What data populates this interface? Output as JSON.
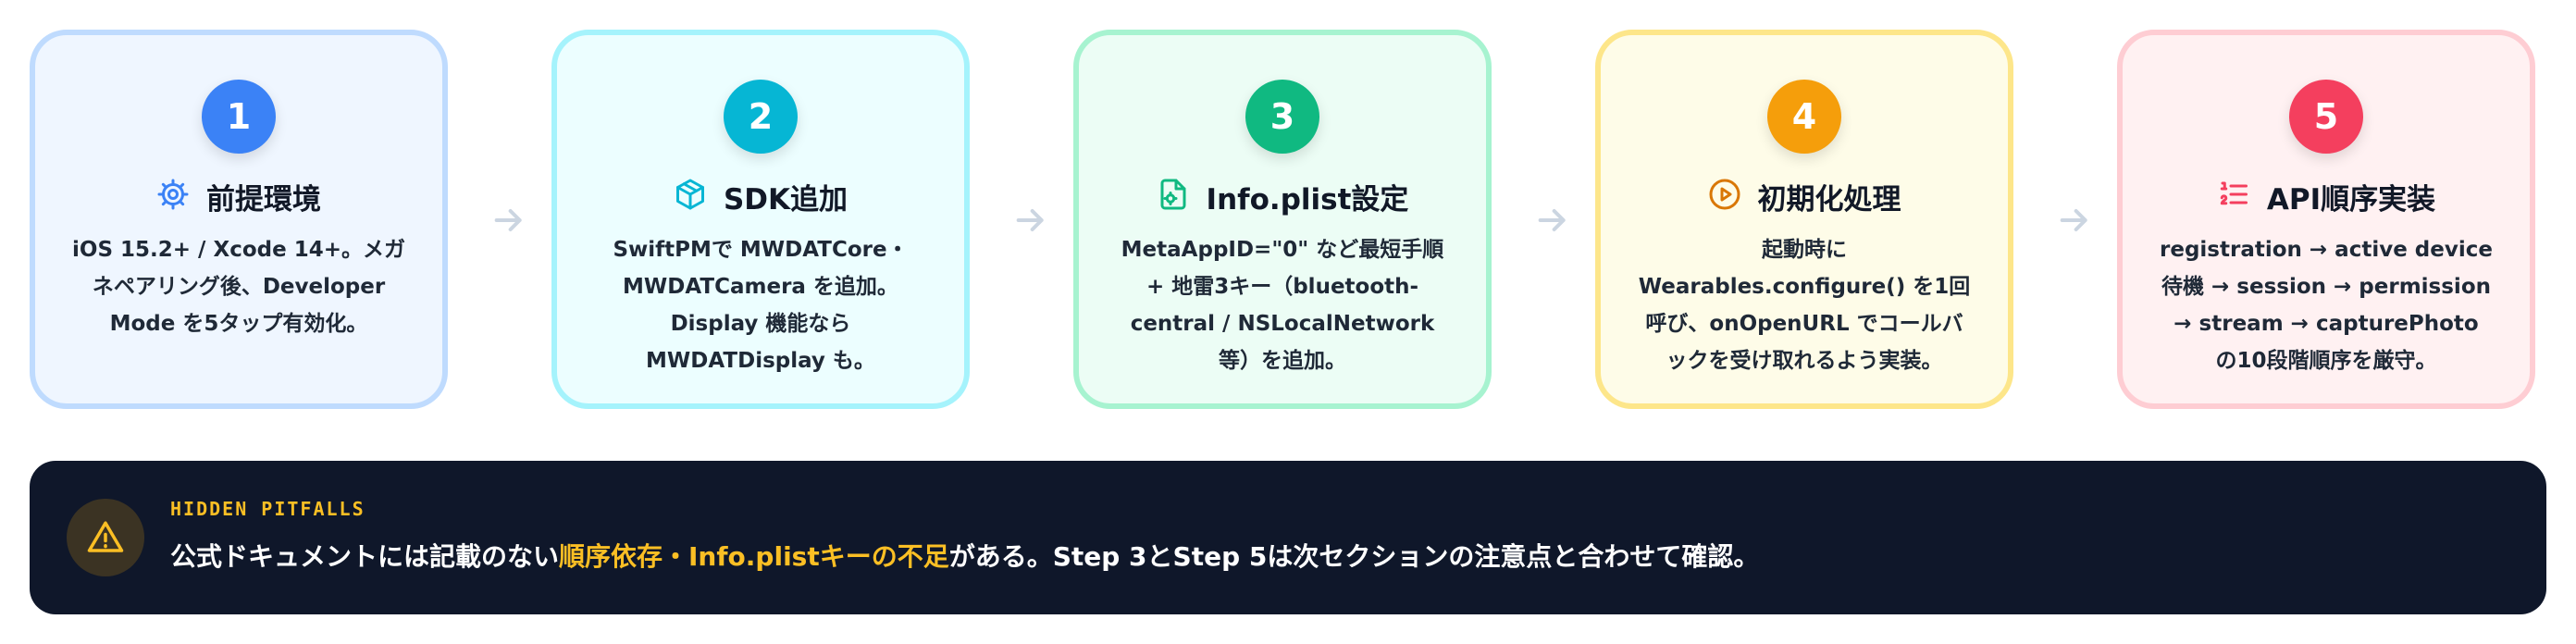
{
  "steps": [
    {
      "number": "1",
      "icon": "gear-icon",
      "title": "前提環境",
      "description": "iOS 15.2+ / Xcode 14+。メガネペアリング後、Developer Mode を5タップ有効化。",
      "colors": {
        "accent": "#3b82f6",
        "bg": "#eff6ff",
        "border": "#bfdbfe"
      }
    },
    {
      "number": "2",
      "icon": "package-icon",
      "title": "SDK追加",
      "description": "SwiftPMで MWDATCore・MWDATCamera を追加。Display 機能なら MWDATDisplay も。",
      "colors": {
        "accent": "#06b6d4",
        "bg": "#ecfeff",
        "border": "#a5f3fc"
      }
    },
    {
      "number": "3",
      "icon": "file-settings-icon",
      "title": "Info.plist設定",
      "description": "MetaAppID=\"0\" など最短手順 + 地雷3キー（bluetooth-central / NSLocalNetwork等）を追加。",
      "colors": {
        "accent": "#10b981",
        "bg": "#ecfdf5",
        "border": "#a7f3d0"
      }
    },
    {
      "number": "4",
      "icon": "play-circle-icon",
      "title": "初期化処理",
      "description": "起動時に Wearables.configure() を1回呼び、onOpenURL でコールバックを受け取れるよう実装。",
      "colors": {
        "accent": "#f59e0b",
        "bg": "#fefce8",
        "border": "#fde68a"
      }
    },
    {
      "number": "5",
      "icon": "ordered-list-icon",
      "title": "API順序実装",
      "description": "registration → active device待機 → session → permission → stream → capturePhoto の10段階順序を厳守。",
      "colors": {
        "accent": "#f43f5e",
        "bg": "#fff1f2",
        "border": "#fecdd3"
      }
    }
  ],
  "pitfall": {
    "label": "HIDDEN PITFALLS",
    "message_before": "公式ドキュメントには記載のない",
    "message_highlight": "順序依存・Info.plistキーの不足",
    "message_after": "がある。Step 3とStep 5は次セクションの注意点と合わせて確認。",
    "icon": "warning-icon",
    "colors": {
      "bg": "#0f172a",
      "highlight": "#fbbf24"
    }
  },
  "arrow_color": "#cbd5e1"
}
